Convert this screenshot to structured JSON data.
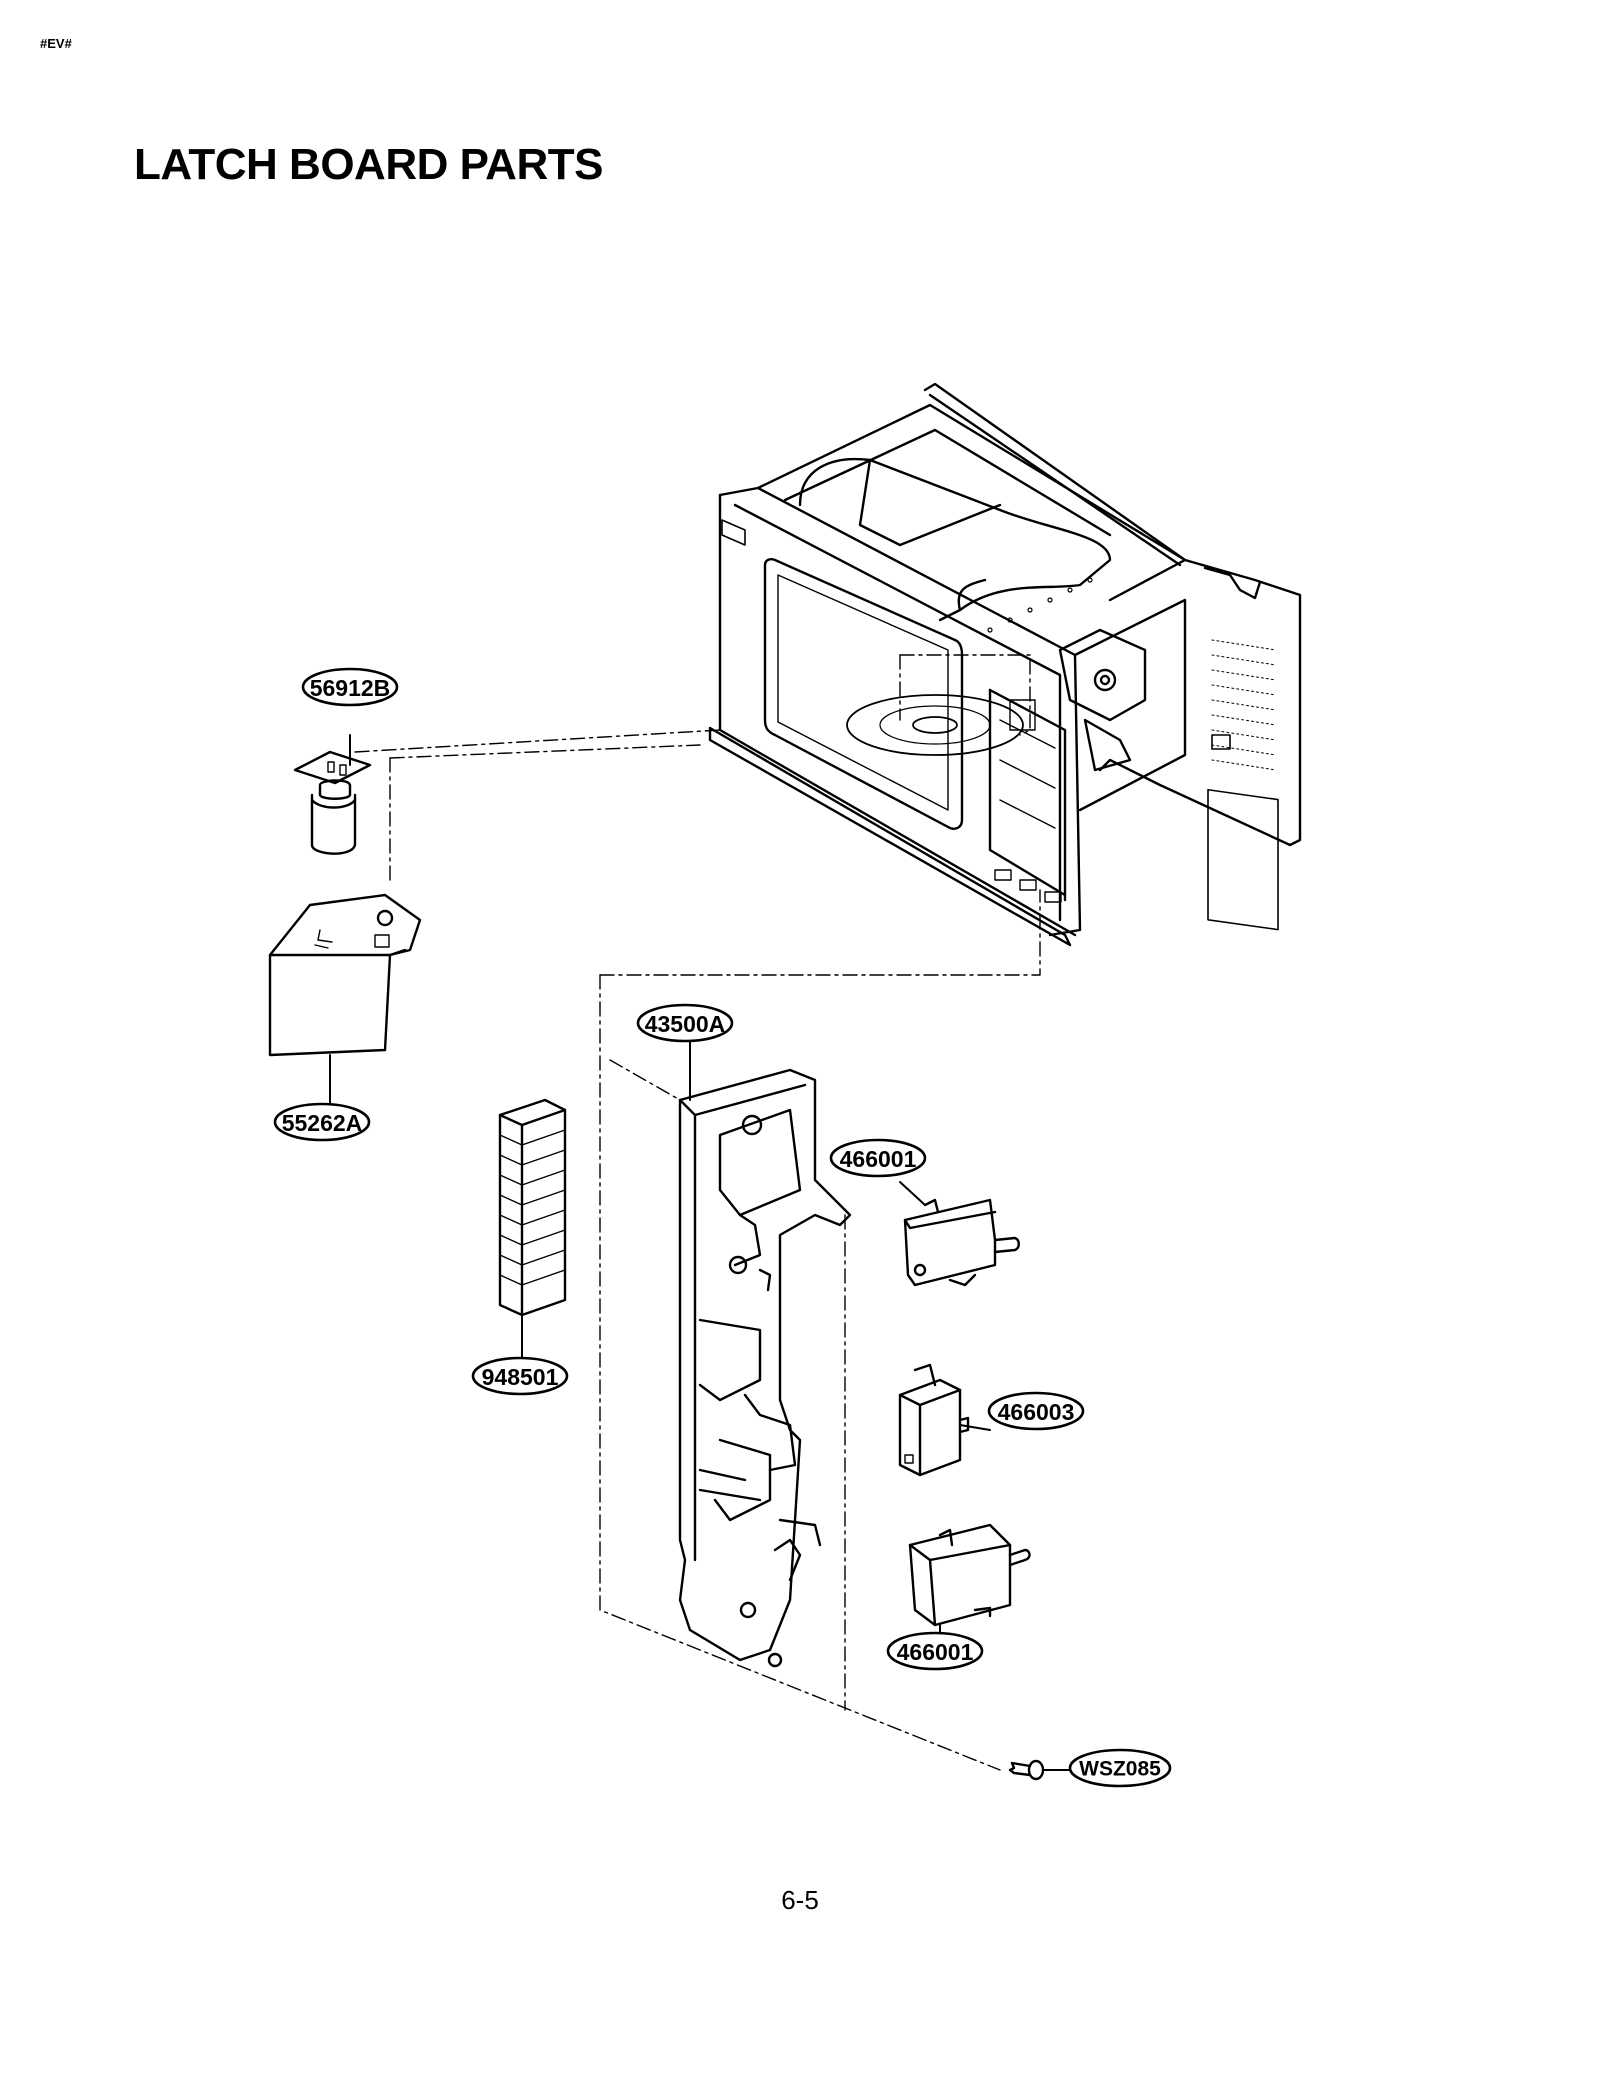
{
  "header": {
    "code": "#EV#"
  },
  "title": "LATCH BOARD PARTS",
  "page_number": "6-5",
  "parts": {
    "p56912B": "56912B",
    "p55262A": "55262A",
    "p948501": "948501",
    "p43500A": "43500A",
    "p466001_top": "466001",
    "p466003": "466003",
    "p466001_bottom": "466001",
    "pWSZ085": "WSZ085"
  }
}
